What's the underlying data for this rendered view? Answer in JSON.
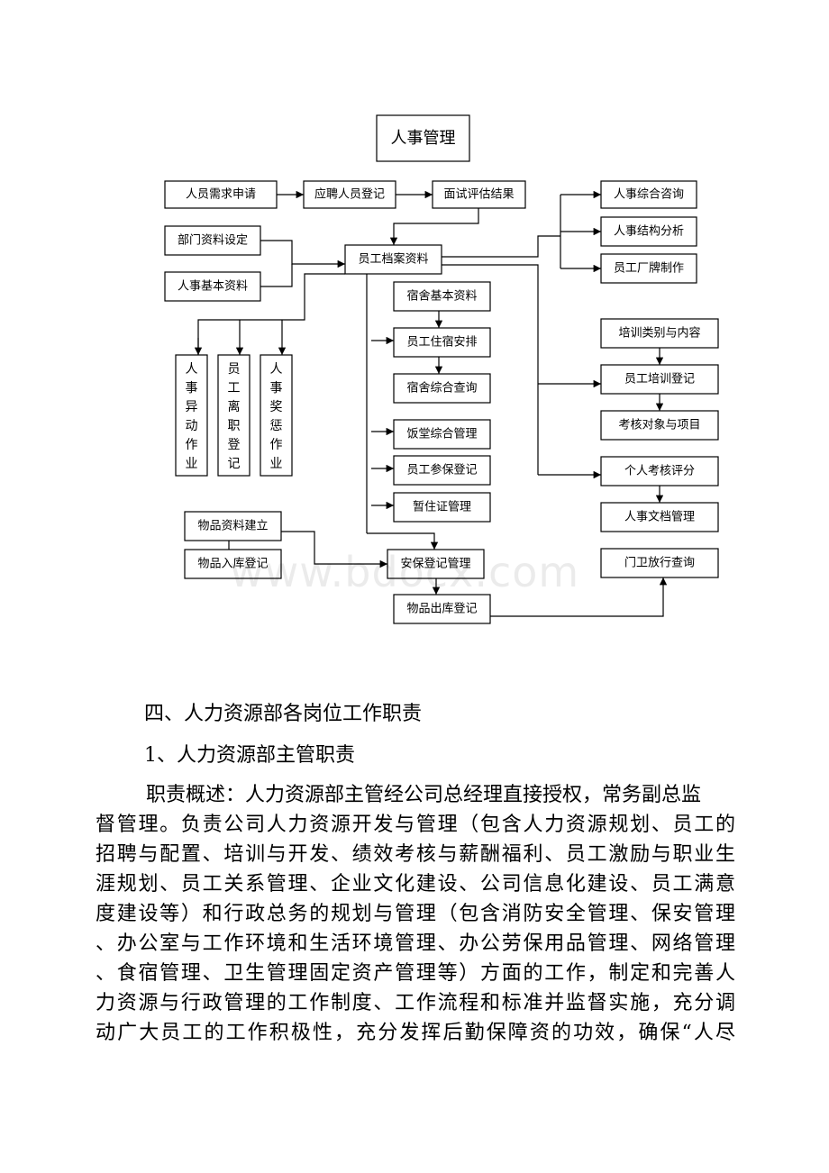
{
  "flowchart": {
    "root": "人事管理",
    "nodes": {
      "staff_request": "人员需求申请",
      "applicant_register": "应聘人员登记",
      "interview_result": "面试评估结果",
      "dept_data_setup": "部门资料设定",
      "hr_basic_data": "人事基本资料",
      "employee_file": "员工档案资料",
      "hr_consult": "人事综合咨询",
      "hr_structure": "人事结构分析",
      "badge_making": "员工厂牌制作",
      "transfer_ops": "人事异动作业",
      "resignation_register": "员工离职登记",
      "reward_ops": "人事奖惩作业",
      "dorm_basic": "宿舍基本资料",
      "dorm_arrange": "员工住宿安排",
      "dorm_query": "宿舍综合查询",
      "canteen_mgmt": "饭堂综合管理",
      "insurance_register": "员工参保登记",
      "temp_residence": "暂住证管理",
      "training_type": "培训类别与内容",
      "training_register": "员工培训登记",
      "assess_target": "考核对象与项目",
      "personal_assess": "个人考核评分",
      "hr_archive": "人事文档管理",
      "item_data": "物品资料建立",
      "item_in": "物品入库登记",
      "security_register": "安保登记管理",
      "item_out": "物品出库登记",
      "gate_query": "门卫放行查询"
    }
  },
  "watermark": "www.bdocx.com",
  "section_heading": "四、人力资源部各岗位工作职责",
  "sub_heading": "1、人力资源部主管职责",
  "paragraph_lines": [
    "职责概述：人力资源部主管经公司总经理直接授权，常务副总监",
    "督管理。负责公司人力资源开发与管理（包含人力资源规划、员工的",
    "招聘与配置、培训与开发、绩效考核与薪酬福利、员工激励与职业生",
    "涯规划、员工关系管理、企业文化建设、公司信息化建设、员工满意",
    "度建设等）和行政总务的规划与管理（包含消防安全管理、保安管理",
    "、办公室与工作环境和生活环境管理、办公劳保用品管理、网络管理",
    "、食宿管理、卫生管理固定资产管理等）方面的工作，制定和完善人",
    "力资源与行政管理的工作制度、工作流程和标准并监督实施，充分调",
    "动广大员工的工作积极性，充分发挥后勤保障资的功效，确保“人尽"
  ]
}
